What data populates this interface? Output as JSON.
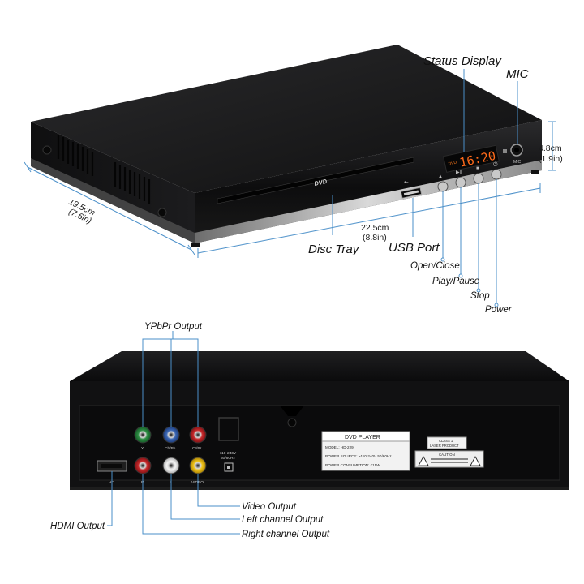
{
  "front": {
    "brand_label": "DVD",
    "display_time": "16:20",
    "display_mode": "DVD",
    "mic_jack_label": "MIC"
  },
  "callouts": {
    "status_display": "Status Display",
    "mic": "MIC",
    "disc_tray": "Disc Tray",
    "usb_port": "USB Port",
    "open_close": "Open/Close",
    "play_pause": "Play/Pause",
    "stop": "Stop",
    "power": "Power",
    "ypbpr_output": "YPbPr Output",
    "hdmi_output": "HDMI Output",
    "video_output": "Video Output",
    "left_channel_output": "Left channel Output",
    "right_channel_output": "Right channel Output"
  },
  "dimensions": {
    "depth_cm": "19.5cm",
    "depth_in": "(7.6in)",
    "width_cm": "22.5cm",
    "width_in": "(8.8in)",
    "height_cm": "4.8cm",
    "height_in": "(1.9in)"
  },
  "rear_panel": {
    "jack_y": "Y",
    "jack_cbpb": "Cb/Pb",
    "jack_crpr": "Cr/Pr",
    "jack_r": "R",
    "jack_l": "L",
    "jack_video": "VIDEO",
    "jack_hdmi": "HD",
    "power_input_line1": "~110-240V",
    "power_input_line2": "50/60Hz",
    "plate_title": "DVD PLAYER",
    "plate_model": "MODEL: HD-229",
    "plate_power_source": "POWER SOURCE: ~110-240V 50/60Hz",
    "plate_power_consumption": "POWER CONSUMPTION: ≤15W",
    "laser_line1": "CLASS 1",
    "laser_line2": "LASER PRODUCT",
    "caution": "CAUTION"
  }
}
